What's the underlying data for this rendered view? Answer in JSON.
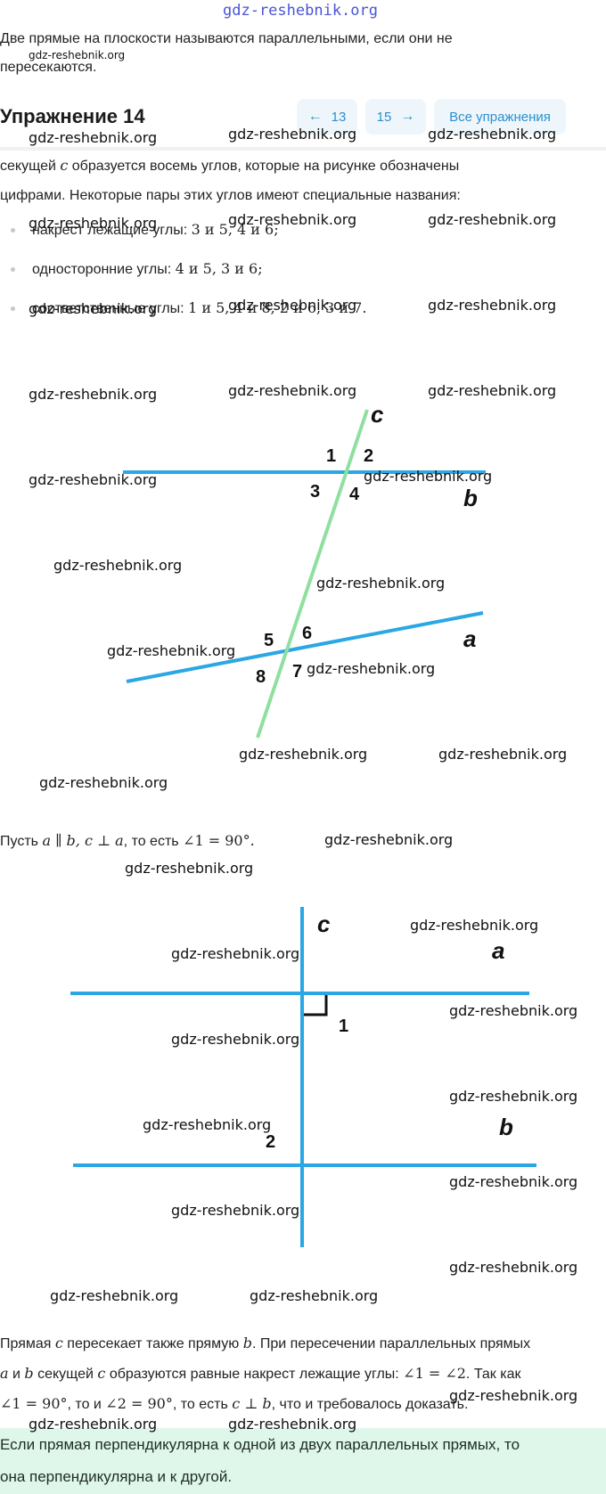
{
  "site_banner": "gdz-reshebnik.org",
  "intro": {
    "line1": "Две прямые на плоскости называются параллельными, если они не",
    "line2": "пересекаются."
  },
  "header": {
    "title": "Упражнение 14",
    "prev_label": "13",
    "next_label": "15",
    "all_label": "Все упражнения"
  },
  "para1": {
    "line1_pre": "секущей ",
    "line1_var": "c",
    "line1_post": " образуется восемь углов, которые на рисунке обозначены",
    "line2": "цифрами. Некоторые пары этих углов имеют специальные названия:"
  },
  "list": [
    {
      "label": "накрест лежащие углы: ",
      "math": "3 и 5, 4 и 6;"
    },
    {
      "label": "односторонние углы: ",
      "math": "4 и 5, 3 и 6;"
    },
    {
      "label": "соответственные углы: ",
      "math": "1 и 5, 4 и 8, 2 и 6, 3 и 7."
    }
  ],
  "figure1": {
    "labels": {
      "c": "c",
      "b": "b",
      "a": "a"
    },
    "angles": [
      "1",
      "2",
      "3",
      "4",
      "5",
      "6",
      "7",
      "8"
    ],
    "colors": {
      "parallel_lines": "#2ba7e3",
      "secant": "#8ee0a0"
    }
  },
  "let_line": {
    "prefix": "Пусть ",
    "math": "a ∥ b, c ⊥ a",
    "mid": ", то есть ",
    "math2": "∠1 = 90°."
  },
  "figure2": {
    "labels": {
      "c": "c",
      "a": "a",
      "b": "b"
    },
    "angles": [
      "1",
      "2"
    ],
    "line_color": "#2ba7e3"
  },
  "proof": {
    "l1_pre": "Прямая ",
    "l1_c": "c",
    "l1_mid": " пересекает также прямую ",
    "l1_b": "b",
    "l1_post": ". При пересечении параллельных прямых",
    "l2_a": "a",
    "l2_and": " и ",
    "l2_b": "b",
    "l2_mid": " секущей ",
    "l2_c": "c",
    "l2_post1": " образуются равные накрест лежащие углы: ",
    "l2_math": "∠1 = ∠2",
    "l2_post2": ". Так как",
    "l3_m1": "∠1 = 90°",
    "l3_t1": ", то и ",
    "l3_m2": "∠2 = 90°",
    "l3_t2": ", то есть ",
    "l3_m3": "c ⊥ b",
    "l3_t3": ", что и требовалось доказать."
  },
  "conclusion": {
    "line1": "Если прямая перпендикулярна к одной из двух параллельных прямых, то",
    "line2": "она перпендикулярна и к другой."
  },
  "watermark": "gdz-reshebnik.org"
}
